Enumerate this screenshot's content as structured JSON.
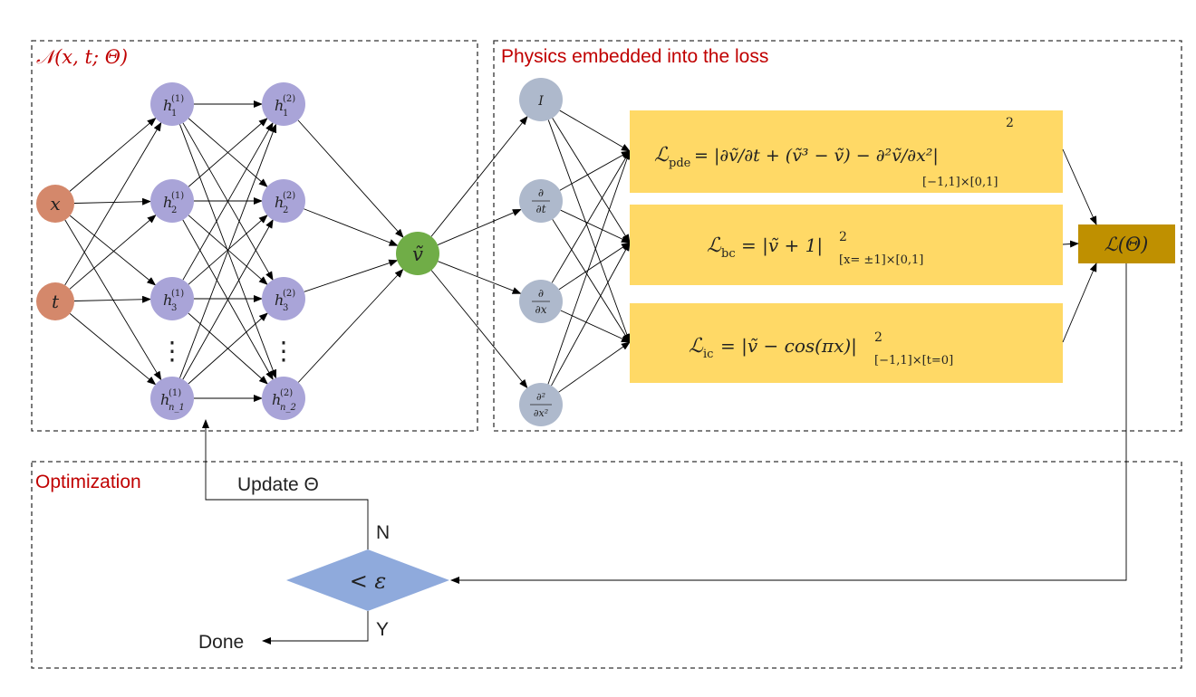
{
  "panels": {
    "network": "𝒩(x, t; Θ)",
    "physics": "Physics embedded into the loss",
    "optimization": "Optimization"
  },
  "inputs": [
    "x",
    "t"
  ],
  "hidden1": {
    "labels": [
      "h",
      "h",
      "h",
      "h"
    ],
    "subs": [
      "1",
      "2",
      "3",
      "n_1"
    ],
    "sup": "(1)"
  },
  "hidden2": {
    "labels": [
      "h",
      "h",
      "h",
      "h"
    ],
    "subs": [
      "1",
      "2",
      "3",
      "n_2"
    ],
    "sup": "(2)"
  },
  "ellipsis": "⋮",
  "output": "ṽ",
  "operators": {
    "identity": "I",
    "dt": {
      "num": "∂",
      "den": "∂t"
    },
    "dx": {
      "num": "∂",
      "den": "∂x"
    },
    "dxx": {
      "num": "∂²",
      "den": "∂x²"
    }
  },
  "losses": {
    "pde": {
      "name": "ℒ",
      "sub": "pde",
      "body": "= |∂ṽ/∂t + (ṽ³ − ṽ) − ∂²ṽ/∂x²|",
      "sup": "2",
      "domain": "[−1,1]×[0,1]"
    },
    "bc": {
      "name": "ℒ",
      "sub": "bc",
      "body": "= |ṽ + 1|",
      "sup": "2",
      "domain": "[x= ±1]×[0,1]"
    },
    "ic": {
      "name": "ℒ",
      "sub": "ic",
      "body": "= |ṽ − cos(πx)|",
      "sup": "2",
      "domain": "[−1,1]×[t=0]"
    }
  },
  "total_loss": "ℒ(Θ)",
  "decision": "< ε",
  "update_label": "Update Θ",
  "no_label": "N",
  "yes_label": "Y",
  "done_label": "Done",
  "colors": {
    "input_node": "#d4886b",
    "hidden_node": "#a9a4d8",
    "output_node": "#70ad47",
    "operator_node": "#aeb9cc",
    "loss_box": "#ffd966",
    "total_loss_box": "#bf9000",
    "decision": "#8faadc",
    "title": "#c00000"
  }
}
